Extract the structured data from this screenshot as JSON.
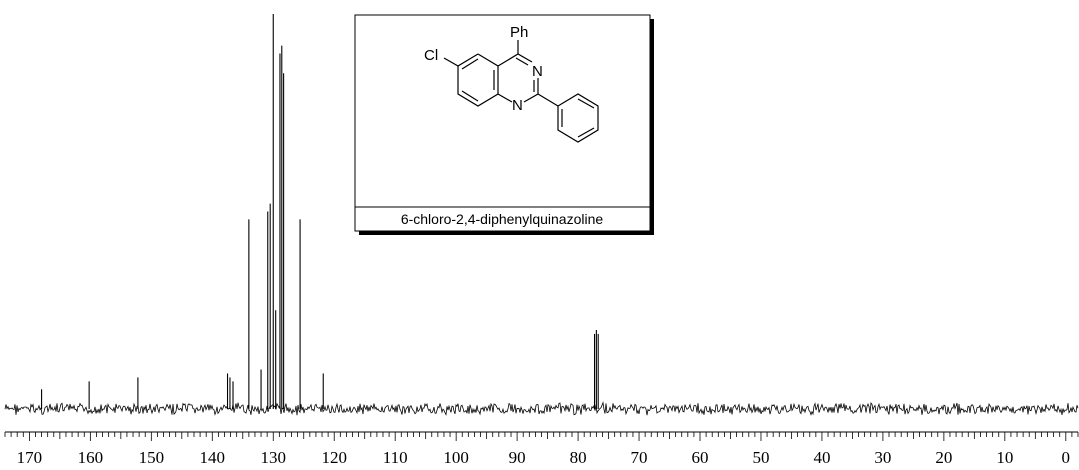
{
  "chart_data": {
    "type": "line",
    "title": "",
    "xlabel": "",
    "ylabel": "",
    "xlim": [
      174,
      -2
    ],
    "x_reversed": true,
    "grid": false,
    "tick_labels": [
      "170",
      "160",
      "150",
      "140",
      "130",
      "120",
      "110",
      "100",
      "90",
      "80",
      "70",
      "60",
      "50",
      "40",
      "30",
      "20",
      "10",
      "0"
    ],
    "ticks": [
      170,
      160,
      150,
      140,
      130,
      120,
      110,
      100,
      90,
      80,
      70,
      60,
      50,
      40,
      30,
      20,
      10,
      0
    ],
    "peaks": [
      {
        "ppm": 168.0,
        "height": 0.05
      },
      {
        "ppm": 160.2,
        "height": 0.07
      },
      {
        "ppm": 152.2,
        "height": 0.08
      },
      {
        "ppm": 137.5,
        "height": 0.09
      },
      {
        "ppm": 137.1,
        "height": 0.08
      },
      {
        "ppm": 136.6,
        "height": 0.07
      },
      {
        "ppm": 134.0,
        "height": 0.48
      },
      {
        "ppm": 132.0,
        "height": 0.1
      },
      {
        "ppm": 130.9,
        "height": 0.5
      },
      {
        "ppm": 130.5,
        "height": 0.52
      },
      {
        "ppm": 130.0,
        "height": 1.0
      },
      {
        "ppm": 129.6,
        "height": 0.25
      },
      {
        "ppm": 128.9,
        "height": 0.9
      },
      {
        "ppm": 128.6,
        "height": 0.92
      },
      {
        "ppm": 128.3,
        "height": 0.85
      },
      {
        "ppm": 125.6,
        "height": 0.48
      },
      {
        "ppm": 121.8,
        "height": 0.09
      },
      {
        "ppm": 77.3,
        "height": 0.19
      },
      {
        "ppm": 77.0,
        "height": 0.2
      },
      {
        "ppm": 76.7,
        "height": 0.19
      }
    ]
  },
  "structure": {
    "compound_name": "6-chloro-2,4-diphenylquinazoline",
    "atoms": {
      "ph": "Ph",
      "cl": "Cl",
      "n3": "N",
      "n1": "N"
    }
  }
}
